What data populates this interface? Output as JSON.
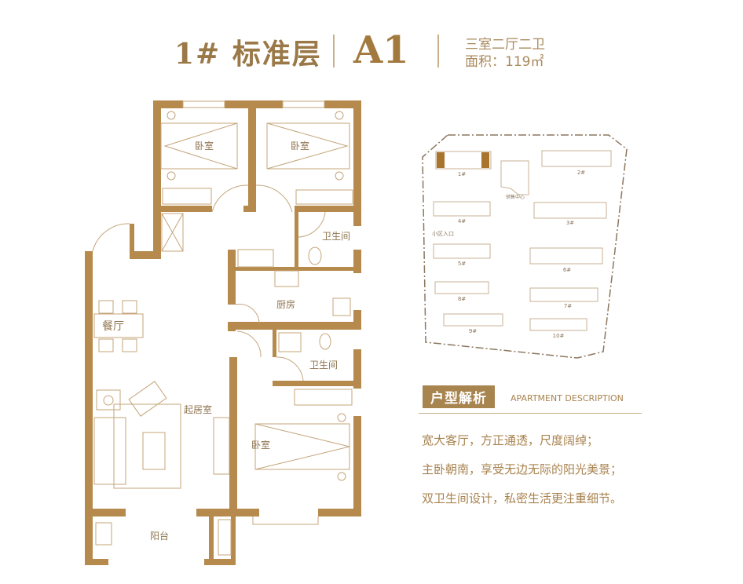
{
  "header": {
    "floor_title": "1# 标准层",
    "unit_type": "A1",
    "rooms_summary": "三室二厅二卫",
    "area": "面积：119㎡"
  },
  "floorplan": {
    "rooms": {
      "bedroom_nw": "卧室",
      "bedroom_ne": "卧室",
      "bathroom_1": "卫生间",
      "kitchen": "厨房",
      "dining": "餐厅",
      "living": "起居室",
      "bathroom_2": "卫生间",
      "bedroom_s": "卧室",
      "balcony": "阳台"
    }
  },
  "site_plan": {
    "buildings": [
      "1#",
      "2#",
      "3#",
      "4#",
      "5#",
      "6#",
      "7#",
      "8#",
      "9#",
      "10#"
    ],
    "sales_center": "销售中心",
    "entrance": "小区入口"
  },
  "description": {
    "tag": "户型解析",
    "subtitle": "APARTMENT DESCRIPTION",
    "lines": [
      "宽大客厅，方正通透，尺度阔绰；",
      "主卧朝南，享受无边无际的阳光美景；",
      "双卫生间设计，私密生活更注重细节。"
    ]
  },
  "colors": {
    "wall": "#b58a4c",
    "text": "#a8834f",
    "highlight": "#a8742e"
  }
}
